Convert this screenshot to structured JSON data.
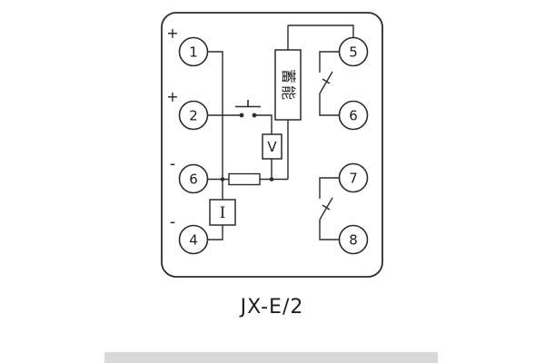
{
  "title": "JX-E/2",
  "colors": {
    "line": "#2b2b2b",
    "background": "#ffffff",
    "bottom_bar": "#d9d9d9"
  },
  "terminals": {
    "left": [
      {
        "number": "1",
        "polarity": "+"
      },
      {
        "number": "2",
        "polarity": "+"
      },
      {
        "number": "6",
        "polarity": "-"
      },
      {
        "number": "4",
        "polarity": "-"
      }
    ],
    "right": [
      {
        "number": "5"
      },
      {
        "number": "6"
      },
      {
        "number": "7"
      },
      {
        "number": "8"
      }
    ]
  },
  "components": {
    "coil_label": "蓄能",
    "voltage_element": "V",
    "current_element": "I"
  }
}
